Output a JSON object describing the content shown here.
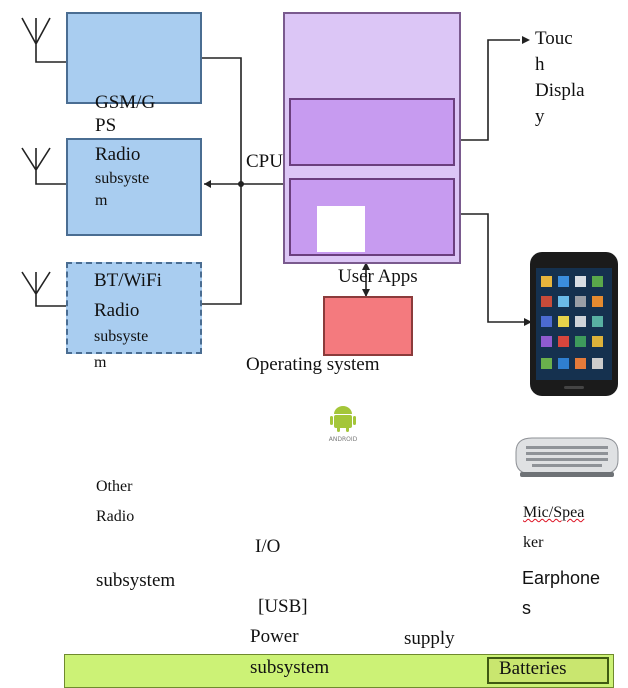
{
  "colors": {
    "radio_box": "#a9cdf0",
    "cpu_outer": "#dcc6f6",
    "cpu_inner": "#c79bf0",
    "os_box": "#f47a7e",
    "power_bar": "#ccf276"
  },
  "labels": {
    "gsm_line1": "GSM/G",
    "gsm_line2": "PS",
    "radio_sub1_line1": "Radio",
    "radio_sub1_line2": "subsyste",
    "radio_sub1_line3": "m",
    "cpu": "CPU",
    "touch_line1": "Touc",
    "touch_line2": "h",
    "touch_line3": "Displa",
    "touch_line4": "y",
    "bt_line1": "BT/WiFi",
    "bt_line2": "Radio",
    "bt_line3": "subsyste",
    "bt_line4": "m",
    "user_apps": "User Apps",
    "operating_system": "Operating system",
    "other_line1": "Other",
    "other_line2": "Radio",
    "other_line3": "subsystem",
    "io": "I/O",
    "usb": "[USB]",
    "power": "Power",
    "supply": "supply",
    "subsystem": "subsystem",
    "mic_line1": "Mic/Spea",
    "mic_line2": "ker",
    "earphones_line1": "Earphone",
    "earphones_line2": "s",
    "batteries": "Batteries"
  },
  "icons": {
    "antenna": "antenna-icon",
    "android": "android-logo",
    "smartphone": "smartphone-image",
    "keyboard": "keyboard-device-image"
  }
}
